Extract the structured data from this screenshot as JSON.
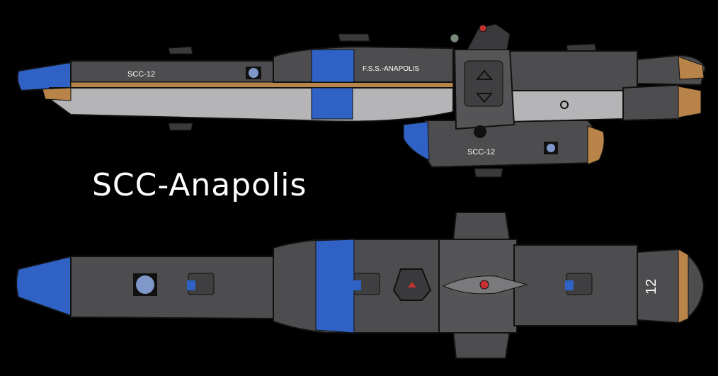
{
  "title": "SCC-Anapolis",
  "side_view": {
    "hull_code_forward": "SCC-12",
    "hull_name": "F.S.S.-ANAPOLIS",
    "hull_code_lower": "SCC-12"
  },
  "top_view": {
    "hull_number": "12"
  },
  "colors": {
    "background": "#000000",
    "hull_dark": "#4d4d4f",
    "hull_light": "#b5b5b7",
    "accent_blue": "#2f62c4",
    "trim_orange": "#b9844a",
    "outline": "#111111"
  },
  "icons": {
    "emblem": "globe-emblem-icon"
  }
}
